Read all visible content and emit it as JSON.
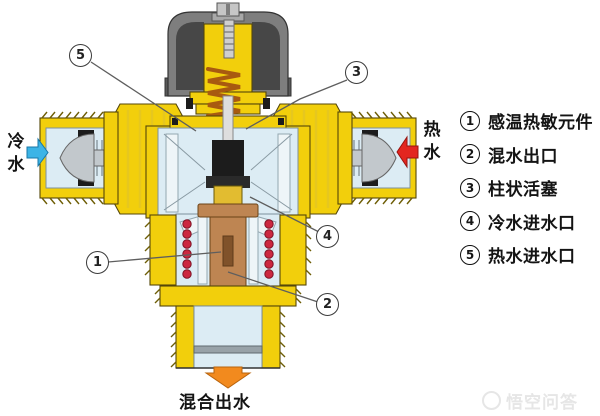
{
  "colors": {
    "brass": "#F2CF0C",
    "bore": "#DCECF4",
    "cap-gray": "#7E7E7E",
    "cap-dark": "#474747",
    "copper": "#BE8552",
    "piston": "#1C1C1C",
    "spring-red": "#CC2840",
    "spring-orange": "#A85A10",
    "cold-arrow": "#3CB4E6",
    "hot-arrow": "#E32620",
    "mix-arrow": "#F28A1E"
  },
  "diagram": {
    "flow_labels": {
      "cold": "冷水",
      "hot": "热水",
      "mixed": "混合出水"
    },
    "callouts": [
      {
        "num": "1"
      },
      {
        "num": "2"
      },
      {
        "num": "3"
      },
      {
        "num": "4"
      },
      {
        "num": "5"
      }
    ],
    "legend": {
      "items": [
        {
          "num": "1",
          "label": "感温热敏元件"
        },
        {
          "num": "2",
          "label": "混水出口"
        },
        {
          "num": "3",
          "label": "柱状活塞"
        },
        {
          "num": "4",
          "label": "冷水进水口"
        },
        {
          "num": "5",
          "label": "热水进水口"
        }
      ]
    },
    "watermark": "悟空问答"
  }
}
